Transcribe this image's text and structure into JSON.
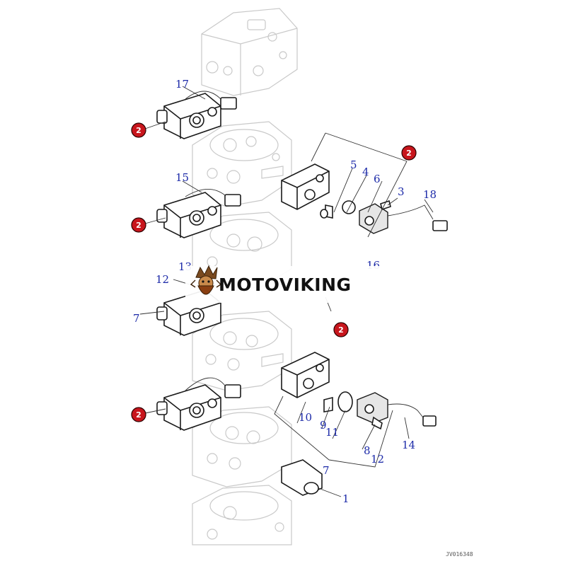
{
  "watermark": {
    "brand": "MOTOVIKING"
  },
  "drawing_code": "JV016348",
  "callout_badge": "2",
  "part_labels": [
    {
      "id": "17",
      "text": "17"
    },
    {
      "id": "15",
      "text": "15"
    },
    {
      "id": "13",
      "text": "13"
    },
    {
      "id": "12a",
      "text": "12"
    },
    {
      "id": "7a",
      "text": "7"
    },
    {
      "id": "5",
      "text": "5"
    },
    {
      "id": "4",
      "text": "4"
    },
    {
      "id": "6",
      "text": "6"
    },
    {
      "id": "3",
      "text": "3"
    },
    {
      "id": "18",
      "text": "18"
    },
    {
      "id": "16",
      "text": "16"
    },
    {
      "id": "10",
      "text": "10"
    },
    {
      "id": "9",
      "text": "9"
    },
    {
      "id": "11",
      "text": "11"
    },
    {
      "id": "8",
      "text": "8"
    },
    {
      "id": "12b",
      "text": "12"
    },
    {
      "id": "14",
      "text": "14"
    },
    {
      "id": "7b",
      "text": "7"
    },
    {
      "id": "1",
      "text": "1"
    }
  ],
  "badges": [
    {
      "id": "b1"
    },
    {
      "id": "b2"
    },
    {
      "id": "b3"
    },
    {
      "id": "b4"
    },
    {
      "id": "b5"
    },
    {
      "id": "b6"
    }
  ]
}
